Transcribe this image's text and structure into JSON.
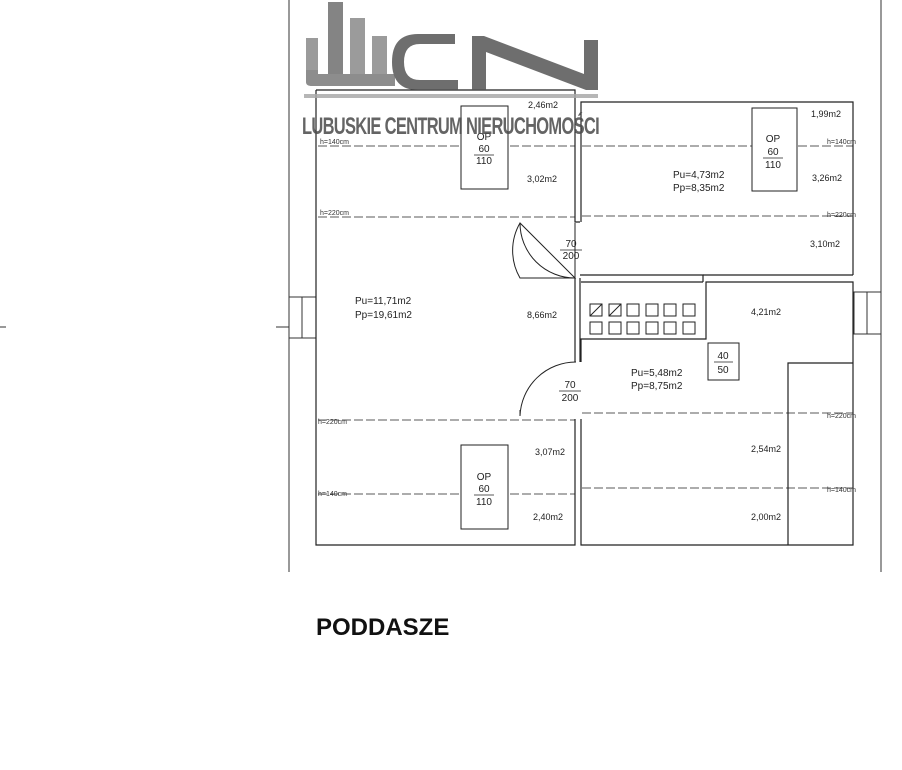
{
  "logo": {
    "letters": "CN",
    "name": "LUBUSKIE CENTRUM NIERUCHOMOŚCI"
  },
  "floor_title": "PODDASZE",
  "rooms": {
    "left": {
      "pu": "Pu=11,71m2",
      "pp": "Pp=19,61m2"
    },
    "top_right": {
      "pu": "Pu=4,73m2",
      "pp": "Pp=8,35m2"
    },
    "middle_right": {
      "pu": "Pu=5,48m2",
      "pp": "Pp=8,75m2"
    }
  },
  "areas": [
    "2,46m2",
    "3,02m2",
    "8,66m2",
    "3,07m2",
    "2,40m2",
    "1,99m2",
    "3,26m2",
    "3,10m2",
    "4,21m2",
    "2,54m2",
    "2,00m2"
  ],
  "heights": {
    "h140": "h=140cm",
    "h220": "h=220cm"
  },
  "windows": [
    {
      "type": "OP",
      "w": "60",
      "h": "110"
    },
    {
      "type": "OP",
      "w": "60",
      "h": "110"
    },
    {
      "type": "OP",
      "w": "60",
      "h": "110"
    }
  ],
  "doors": [
    {
      "w": "70",
      "h": "200"
    },
    {
      "w": "70",
      "h": "200"
    }
  ],
  "hatch": {
    "w": "40",
    "h": "50"
  }
}
